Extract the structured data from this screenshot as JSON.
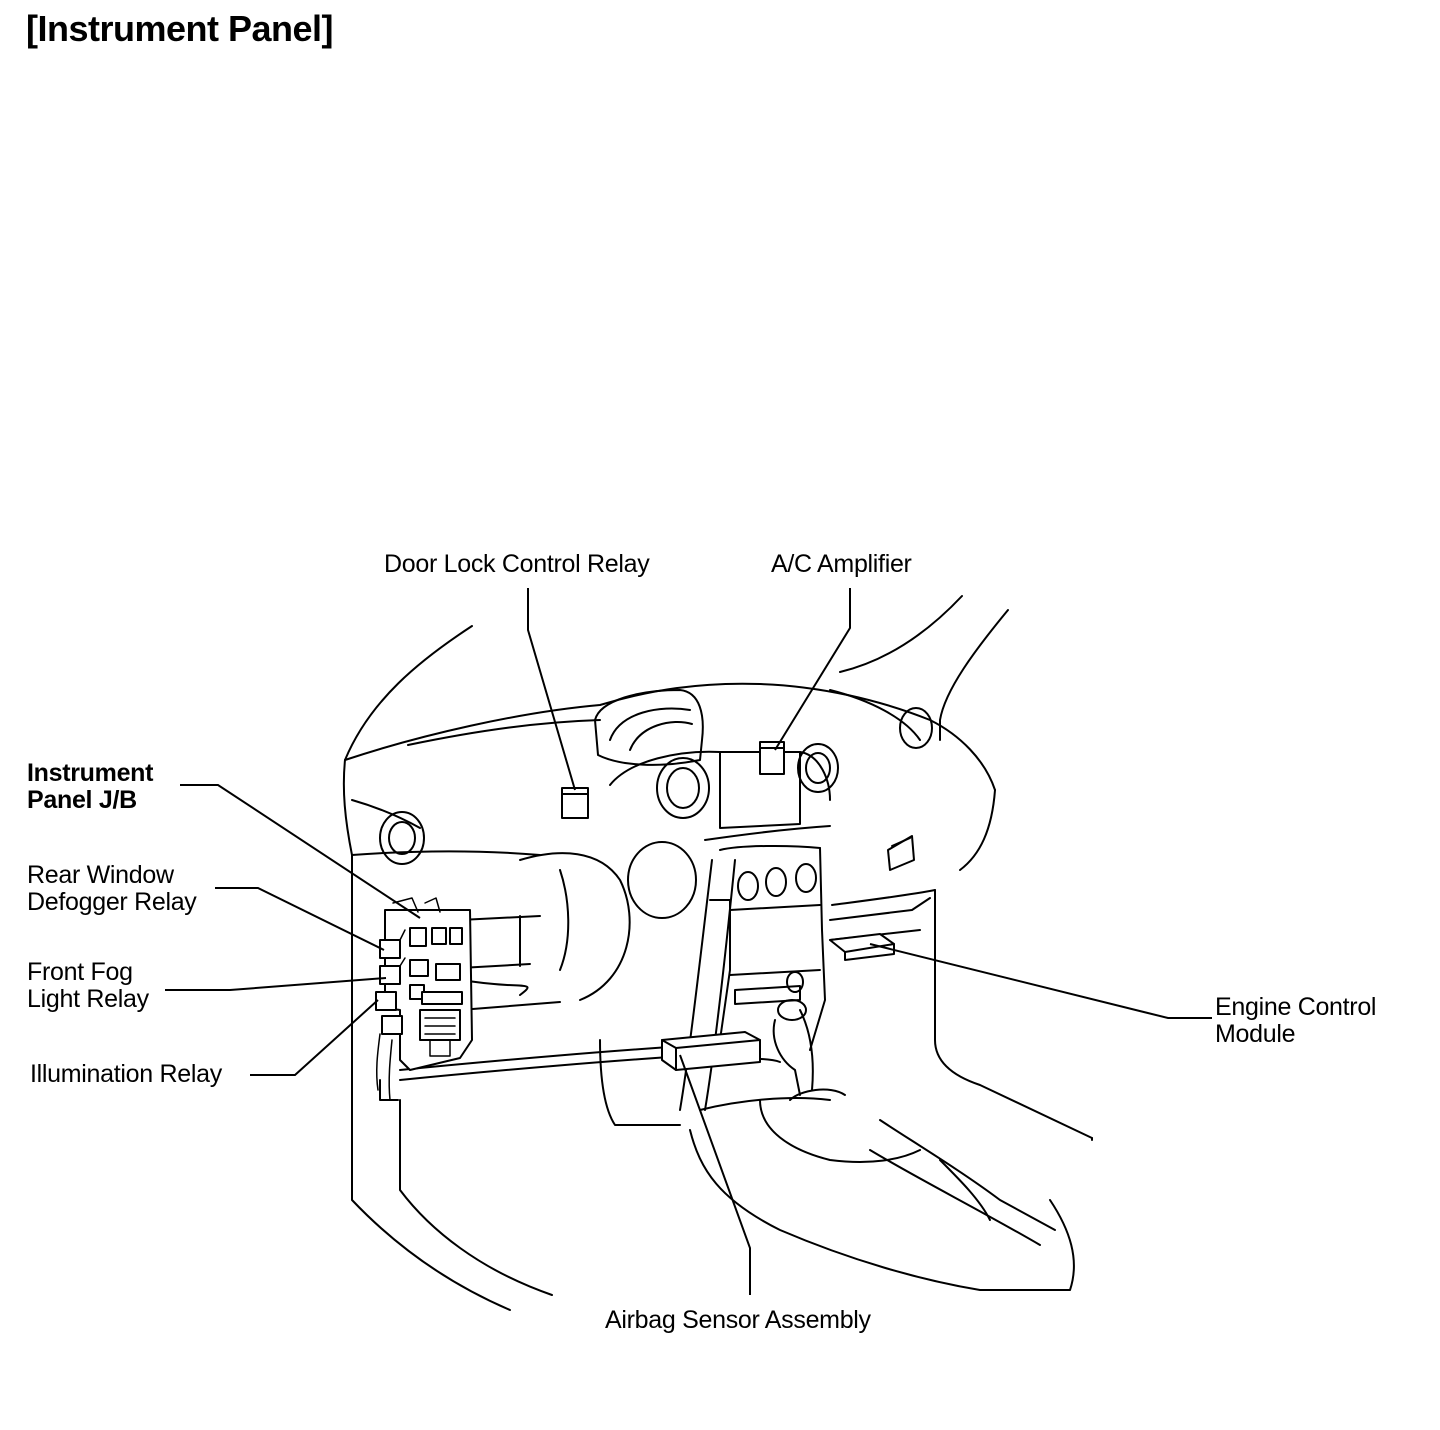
{
  "title": "[Instrument Panel]",
  "labels": {
    "door_lock_control_relay": "Door Lock Control Relay",
    "ac_amplifier": "A/C Amplifier",
    "instrument_panel_jb": [
      "Instrument",
      "Panel J/B"
    ],
    "rear_window_defogger_relay": [
      "Rear Window",
      "Defogger Relay"
    ],
    "front_fog_light_relay": [
      "Front Fog",
      "Light Relay"
    ],
    "illumination_relay": "Illumination Relay",
    "engine_control_module": [
      "Engine Control",
      "Module"
    ],
    "airbag_sensor_assembly": "Airbag Sensor Assembly"
  },
  "colors": {
    "line": "#000000",
    "background": "#ffffff"
  }
}
